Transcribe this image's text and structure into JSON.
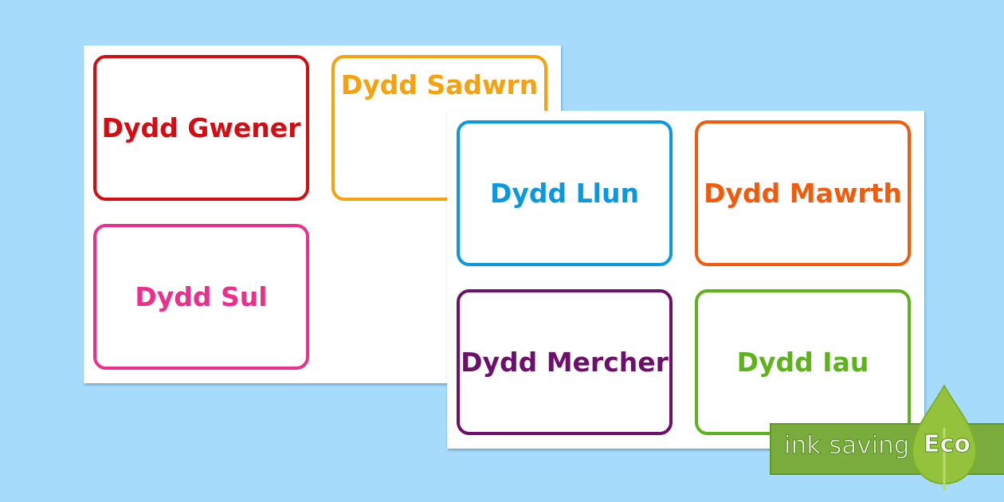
{
  "back_sheet": {
    "cards": [
      {
        "label": "Dydd Gwener",
        "color": "#d60c12"
      },
      {
        "label": "Dydd Sadwrn",
        "color": "#f7a10c"
      },
      {
        "label": "Dydd Sul",
        "color": "#ee2e8c"
      }
    ]
  },
  "front_sheet": {
    "cards": [
      {
        "label": "Dydd Llun",
        "color": "#0a98e0"
      },
      {
        "label": "Dydd Mawrth",
        "color": "#f25a0c"
      },
      {
        "label": "Dydd Mercher",
        "color": "#6e0f6e"
      },
      {
        "label": "Dydd Iau",
        "color": "#5db31a"
      }
    ]
  },
  "badge": {
    "text": "ink saving",
    "eco": "Eco"
  }
}
